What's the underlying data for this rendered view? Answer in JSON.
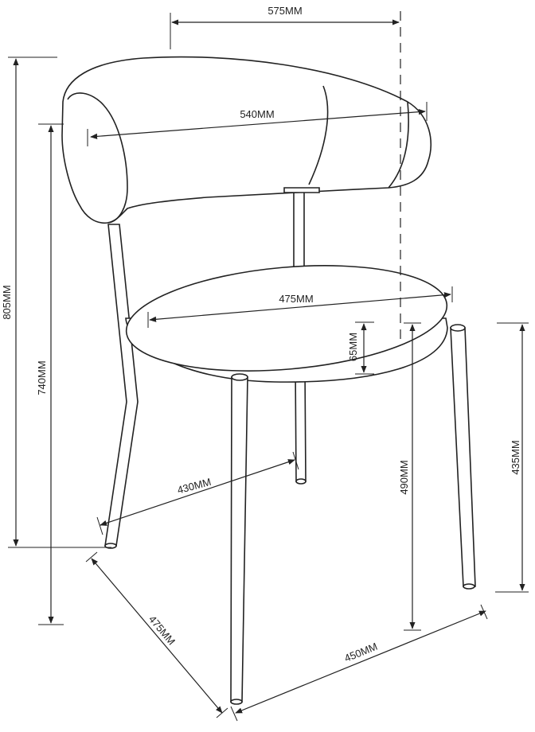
{
  "dimensions": {
    "overall_width": "575MM",
    "backrest_width": "540MM",
    "seat_width": "475MM",
    "seat_thickness": "65MM",
    "overall_height": "805MM",
    "backrest_top_height": "740MM",
    "seat_height": "490MM",
    "leg_height": "435MM",
    "inner_leg_span": "430MM",
    "base_depth": "475MM",
    "base_width": "450MM"
  },
  "colors": {
    "line": "#222222",
    "background": "#ffffff"
  }
}
